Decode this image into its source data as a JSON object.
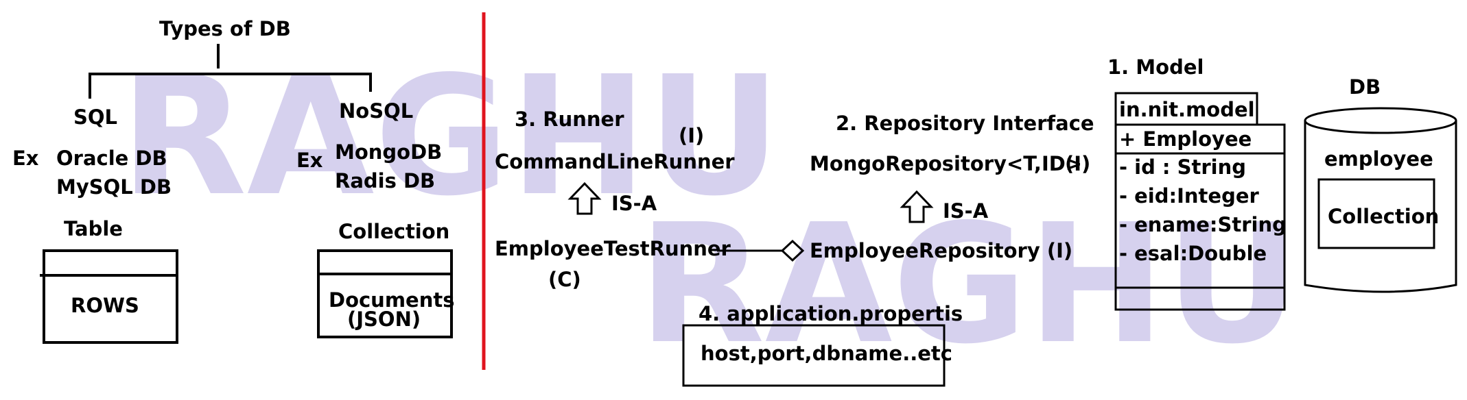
{
  "colors": {
    "divider": "#e0141e",
    "watermark": "#d6d1ee",
    "ink": "#000000"
  },
  "watermark": {
    "left": "RAGHU",
    "right": "RAGHU"
  },
  "types_of_db": {
    "title": "Types of DB",
    "sql": {
      "label": "SQL",
      "ex": "Ex",
      "examples": [
        "Oracle DB",
        "MySQL DB"
      ],
      "storage": "Table",
      "box_content": "ROWS"
    },
    "nosql": {
      "label": "NoSQL",
      "ex": "Ex",
      "examples": [
        "MongoDB",
        "Radis DB"
      ],
      "storage": "Collection",
      "box_content": [
        "Documents",
        "(JSON)"
      ]
    }
  },
  "runner": {
    "heading": "3. Runner",
    "interface_marker": "(I)",
    "interface_name": "CommandLineRunner",
    "is_a": "IS-A",
    "class_name": "EmployeeTestRunner",
    "class_marker": "(C)"
  },
  "repository": {
    "heading": "2. Repository Interface",
    "interface_name": "MongoRepository<T,ID>",
    "interface_marker": "(I)",
    "is_a": "IS-A",
    "child_name": "EmployeeRepository (I)"
  },
  "properties": {
    "heading": "4. application.propertis",
    "content": "host,port,dbname..etc"
  },
  "model": {
    "heading": "1.  Model",
    "package": "in.nit.model",
    "class_name": "+ Employee",
    "fields": [
      "- id : String",
      "- eid:Integer",
      "- ename:String",
      "- esal:Double"
    ]
  },
  "db": {
    "heading": "DB",
    "collection_name": "employee",
    "box_label": "Collection"
  }
}
